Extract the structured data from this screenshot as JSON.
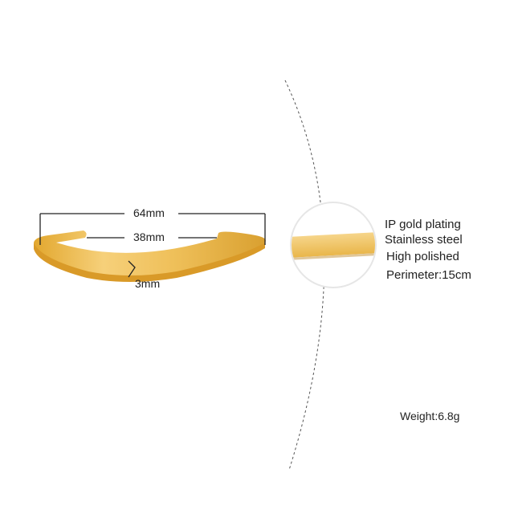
{
  "dimensions": {
    "outer_width": "64mm",
    "inner_gap": "38mm",
    "band_width": "3mm"
  },
  "specs": [
    "IP gold plating",
    "Stainless steel",
    "High polished",
    "Perimeter:15cm"
  ],
  "weight": "Weight:6.8g",
  "colors": {
    "gold": "#e8b43c",
    "gold_light": "#f7d88a",
    "line": "#222222"
  }
}
